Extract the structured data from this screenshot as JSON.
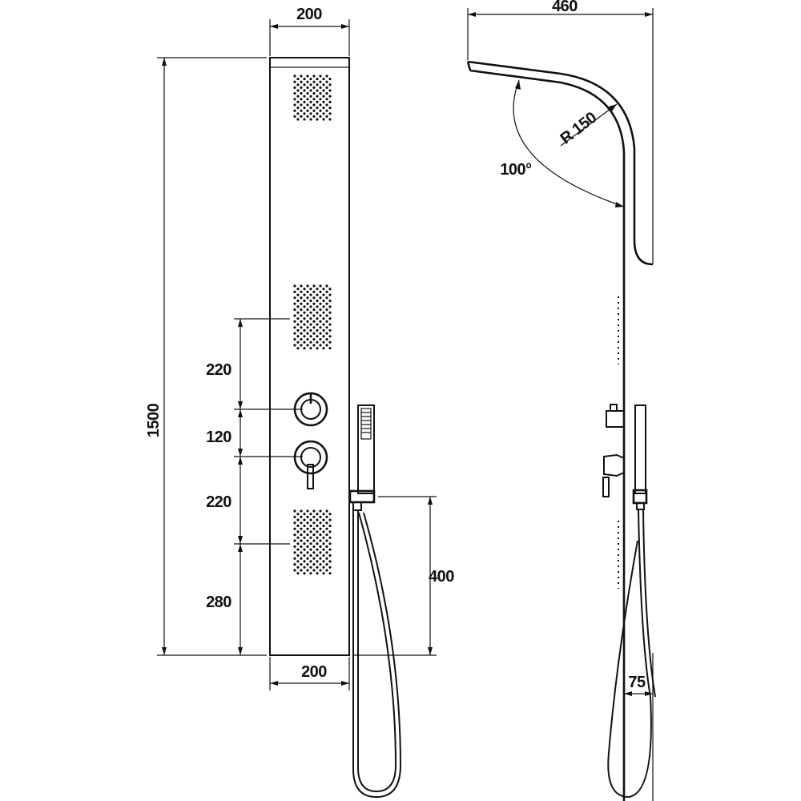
{
  "front_view": {
    "width_top": "200",
    "height_total": "1500",
    "spacing_upper_jets_to_valve": "220",
    "spacing_between_valves": "120",
    "spacing_valve_to_lower_jets": "220",
    "spacing_lower_jets_to_bottom": "280",
    "hand_shower_holder_height": "400",
    "width_bottom": "200"
  },
  "side_view": {
    "projection": "460",
    "bend_radius": "R 150",
    "bend_angle": "100°",
    "panel_depth": "75"
  },
  "colors": {
    "line": "#111111",
    "background": "#ffffff"
  }
}
